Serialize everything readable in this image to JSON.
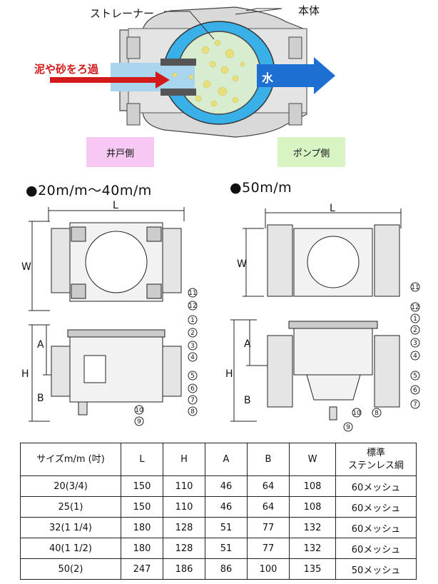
{
  "top": {
    "strainer_label": "ストレーナー",
    "body_label": "本体",
    "filter_label": "泥や砂をろ過",
    "water_label": "水",
    "well_side": "井戸側",
    "pump_side": "ポンプ側",
    "colors": {
      "well_box": "#f6c8f2",
      "pump_box": "#d8f4c2",
      "water_blue": "#1e6fd2",
      "body_fill": "#3ab0e8",
      "arrow_red": "#d31a1a"
    }
  },
  "section_small": {
    "heading": "●20m/m～40m/m"
  },
  "section_large": {
    "heading": "●50m/m"
  },
  "dims": {
    "L": "L",
    "W": "W",
    "H": "H",
    "A": "A",
    "B": "B"
  },
  "callouts": [
    "1",
    "2",
    "3",
    "4",
    "5",
    "6",
    "7",
    "8",
    "9",
    "10",
    "11",
    "12"
  ],
  "table": {
    "headers": [
      "サイズm/m (吋)",
      "L",
      "H",
      "A",
      "B",
      "W"
    ],
    "header_last_line1": "標準",
    "header_last_line2": "ステンレス綱",
    "rows": [
      [
        "20(3/4)",
        "150",
        "110",
        "46",
        "64",
        "108",
        "60メッシュ"
      ],
      [
        "25(1)",
        "150",
        "110",
        "46",
        "64",
        "108",
        "60メッシュ"
      ],
      [
        "32(1 1/4)",
        "180",
        "128",
        "51",
        "77",
        "132",
        "60メッシュ"
      ],
      [
        "40(1 1/2)",
        "180",
        "128",
        "51",
        "77",
        "132",
        "60メッシュ"
      ],
      [
        "50(2)",
        "247",
        "186",
        "86",
        "100",
        "135",
        "50メッシュ"
      ]
    ]
  }
}
